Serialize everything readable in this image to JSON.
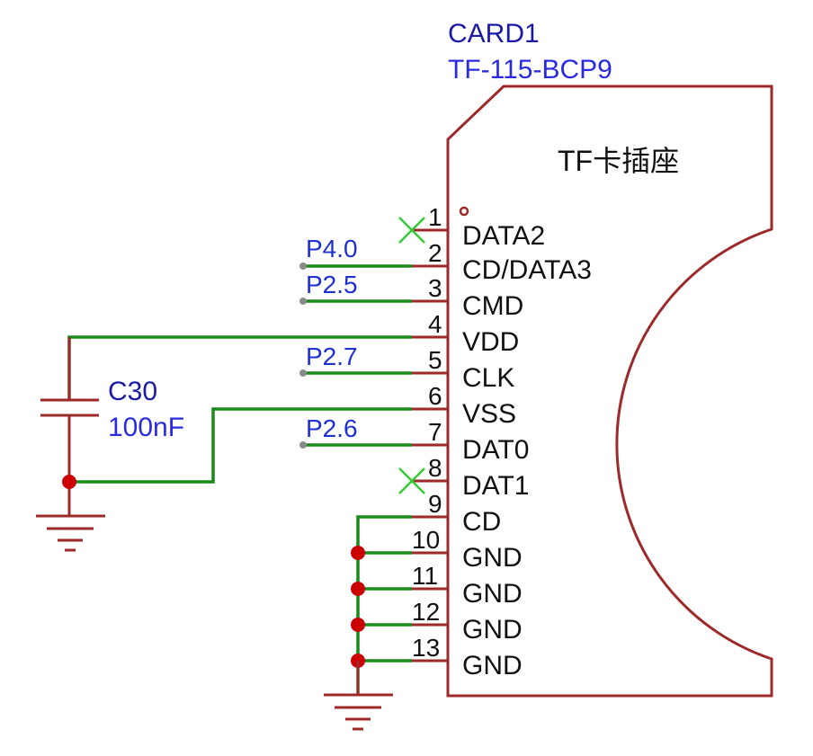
{
  "component": {
    "refdes": "CARD1",
    "part": "TF-115-BCP9",
    "title": "TF卡插座",
    "pins": [
      {
        "num": "1",
        "name": "DATA2"
      },
      {
        "num": "2",
        "name": "CD/DATA3"
      },
      {
        "num": "3",
        "name": "CMD"
      },
      {
        "num": "4",
        "name": "VDD"
      },
      {
        "num": "5",
        "name": "CLK"
      },
      {
        "num": "6",
        "name": "VSS"
      },
      {
        "num": "7",
        "name": "DAT0"
      },
      {
        "num": "8",
        "name": "DAT1"
      },
      {
        "num": "9",
        "name": "CD"
      },
      {
        "num": "10",
        "name": "GND"
      },
      {
        "num": "11",
        "name": "GND"
      },
      {
        "num": "12",
        "name": "GND"
      },
      {
        "num": "13",
        "name": "GND"
      }
    ]
  },
  "capacitor": {
    "refdes": "C30",
    "value": "100nF"
  },
  "net_labels": {
    "pin2": "P4.0",
    "pin3": "P2.5",
    "pin5": "P2.7",
    "pin7": "P2.6"
  },
  "colors": {
    "component": "#9c2a2a",
    "wire": "#1a8a1a",
    "refdes": "#1a1aa6",
    "value": "#2a2ae0",
    "junction": "#cc0000",
    "no_connect": "#33cc33"
  }
}
